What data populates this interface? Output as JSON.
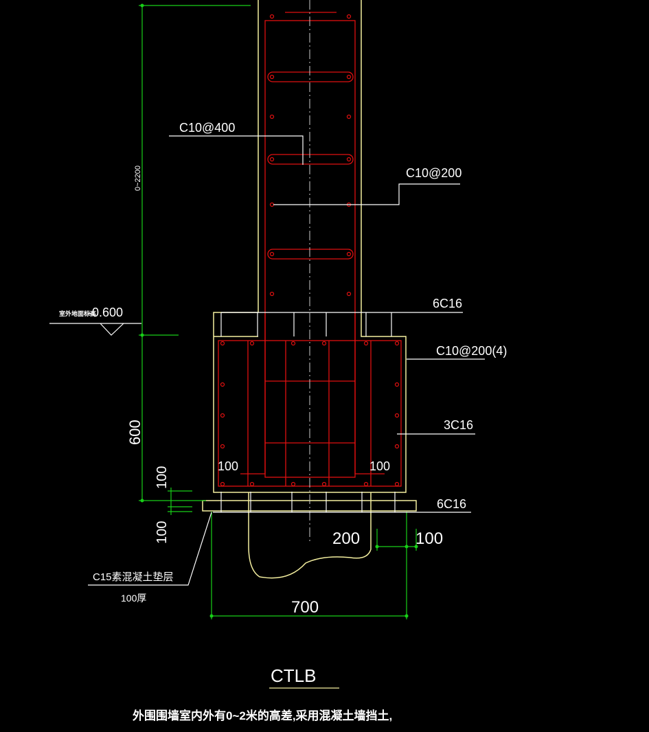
{
  "labels": {
    "stirrup_top": "C10@400",
    "horizontal_bar": "C10@200",
    "bars_top": "6C16",
    "stirrup_beam": "C10@200(4)",
    "side_bars": "3C16",
    "bars_bottom": "6C16",
    "height_range": "0~2200",
    "elevation": "-0.600",
    "elevation_prefix": "室外地面标高",
    "dim_600": "600",
    "dim_100_upper": "100",
    "dim_100_lower": "100",
    "cover_left": "100",
    "cover_right": "100",
    "dim_200": "200",
    "dim_100_right": "100",
    "dim_700": "700",
    "cushion_line1": "C15素混凝土垫层",
    "cushion_line2": "100厚",
    "title": "CTLB",
    "note": "外围围墙室内外有0~2米的高差,采用混凝土墙挡土,"
  },
  "colors": {
    "outline": "#f5f0a0",
    "rebar": "#e01010",
    "dimension": "#18d018",
    "text": "#ffffff",
    "centerline": "#cccccc"
  }
}
